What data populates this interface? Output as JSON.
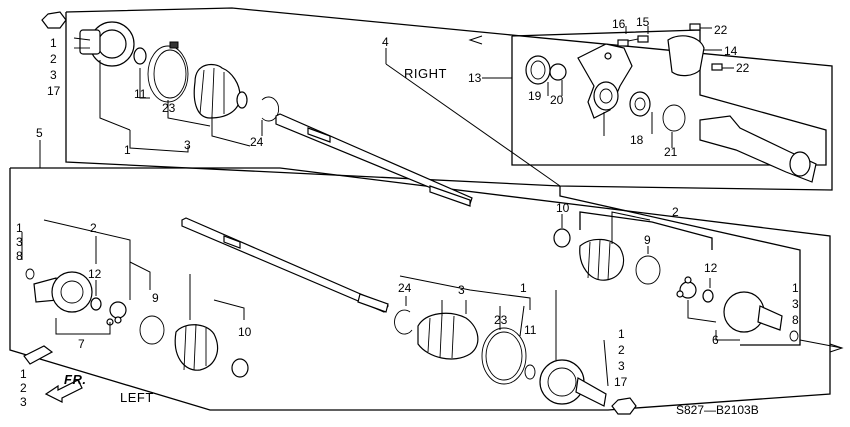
{
  "labels": {
    "right": "RIGHT",
    "left": "LEFT",
    "front": "FR.",
    "diagram_code": "S827—B2103B"
  },
  "callouts": {
    "n1": "1",
    "n2": "2",
    "n3": "3",
    "n4": "4",
    "n5": "5",
    "n7": "7",
    "n8": "8",
    "n9": "9",
    "n10": "10",
    "n11": "11",
    "n12": "12",
    "n13": "13",
    "n14": "14",
    "n15": "15",
    "n16": "16",
    "n17": "17",
    "n18": "18",
    "n19": "19",
    "n20": "20",
    "n21": "21",
    "n22": "22",
    "n23": "23",
    "n24": "24",
    "n6": "6"
  }
}
